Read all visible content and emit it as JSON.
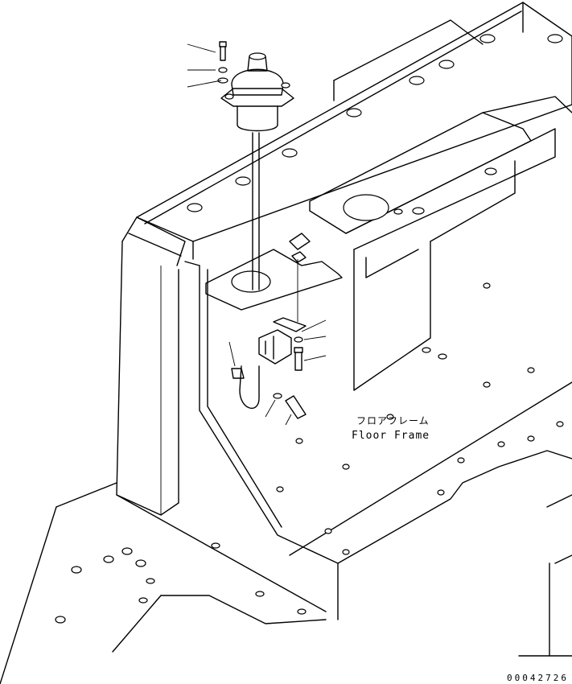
{
  "labels": {
    "part_name_jp": "フロアフレーム",
    "part_name_en": "Floor Frame"
  },
  "catalog_number": "00042726"
}
